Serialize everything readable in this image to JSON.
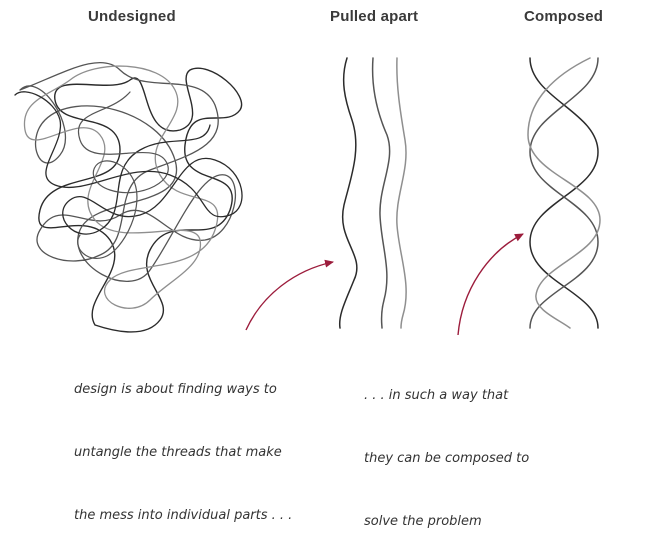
{
  "titles": {
    "undesigned": "Undesigned",
    "pulled_apart": "Pulled apart",
    "composed": "Composed"
  },
  "annotations": {
    "left": [
      "design is about finding ways to",
      "untangle the threads that make",
      "the mess into individual parts . . ."
    ],
    "right": [
      ". . . in such a way that",
      "they can be composed to",
      "solve the problem"
    ]
  },
  "colors": {
    "dark_thread": "#2b2b2b",
    "mid_thread": "#555555",
    "light_thread": "#8f8f8f",
    "arrow": "#9c1c3c"
  }
}
